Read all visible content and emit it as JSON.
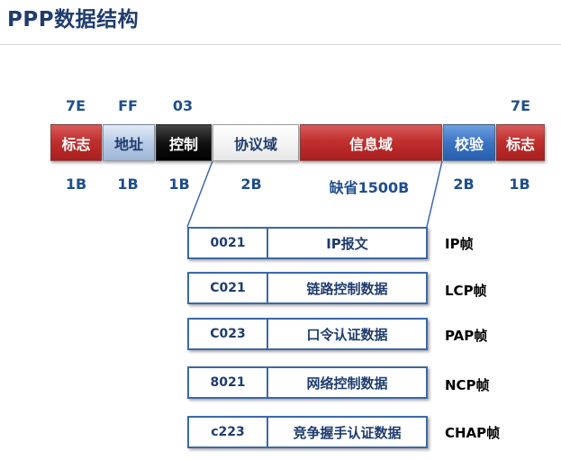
{
  "title": "PPP数据结构",
  "fields": [
    {
      "top": "7E",
      "label": "标志",
      "size": "1B",
      "color": "#c0302f"
    },
    {
      "top": "FF",
      "label": "地址",
      "size": "1B",
      "color": "#b8cbe6"
    },
    {
      "top": "03",
      "label": "控制",
      "size": "1B",
      "color": "#000000"
    },
    {
      "top": "",
      "label": "协议域",
      "size": "2B",
      "color": "#f2f2f2"
    },
    {
      "top": "",
      "label": "信息域",
      "size": "缺省1500B",
      "color": "#c0302f"
    },
    {
      "top": "",
      "label": "校验",
      "size": "2B",
      "color": "#3b73c4"
    },
    {
      "top": "7E",
      "label": "标志",
      "size": "1B",
      "color": "#c0302f"
    }
  ],
  "protocols": [
    {
      "code": "0021",
      "desc": "IP报文",
      "frame": "IP帧"
    },
    {
      "code": "C021",
      "desc": "链路控制数据",
      "frame": "LCP帧"
    },
    {
      "code": "C023",
      "desc": "口令认证数据",
      "frame": "PAP帧"
    },
    {
      "code": "8021",
      "desc": "网络控制数据",
      "frame": "NCP帧"
    },
    {
      "code": "c223",
      "desc": "竞争握手认证数据",
      "frame": "CHAP帧"
    }
  ]
}
